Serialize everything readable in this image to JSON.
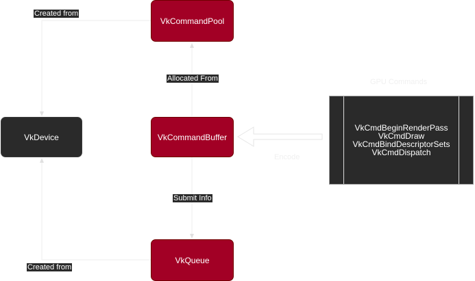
{
  "nodes": {
    "command_pool": "VkCommandPool",
    "device": "VkDevice",
    "command_buffer": "VkCommandBuffer",
    "queue": "VkQueue"
  },
  "edges": {
    "pool_to_device": "Created from",
    "buffer_to_pool": "Allocated From",
    "buffer_to_queue": "Submit Info",
    "queue_to_device": "Created from"
  },
  "gpu": {
    "title": "GPU Commands",
    "commands": [
      "VkCmdBeginRenderPass",
      "VkCmdDraw",
      "VkCmdBindDescriptorSets",
      "VkCmdDispatch"
    ],
    "encode_label": "Encode"
  },
  "colors": {
    "red_node": "#a20025",
    "dark_node": "#2a2a2a",
    "edge": "#eeeeee"
  }
}
